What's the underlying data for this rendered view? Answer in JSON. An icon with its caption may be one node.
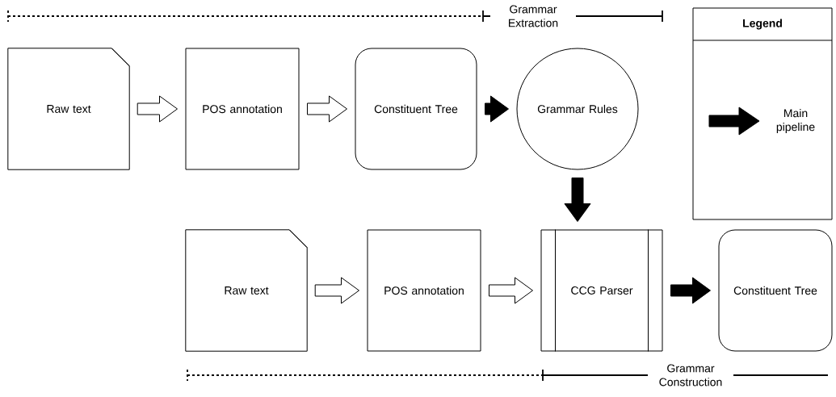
{
  "diagram": {
    "nodes": [
      {
        "text": [
          "Raw text"
        ]
      },
      {
        "text": [
          "POS annotation"
        ]
      },
      {
        "text": [
          "Constituent Tree"
        ]
      },
      {
        "text": [
          "Grammar Rules"
        ]
      },
      {
        "text": [
          "Raw text"
        ]
      },
      {
        "text": [
          "POS annotation"
        ]
      },
      {
        "text": [
          "CCG Parser"
        ]
      },
      {
        "text": [
          "Constituent Tree"
        ]
      }
    ],
    "edges": [
      {
        "from": 0,
        "to": 1,
        "arrow": "to"
      },
      {
        "from": 1,
        "to": 2,
        "arrow": "to"
      },
      {
        "from": 2,
        "to": 3,
        "arrow": "to",
        "style": "thick"
      },
      {
        "from": 3,
        "to": 6,
        "arrow": "to",
        "style": "thick"
      },
      {
        "from": 4,
        "to": 5,
        "arrow": "to"
      },
      {
        "from": 5,
        "to": 6,
        "arrow": "to"
      },
      {
        "from": 6,
        "to": 7,
        "arrow": "to",
        "style": "thick"
      }
    ],
    "labels": [
      "Grammar Extraction",
      "Legend",
      "Grammar Construction"
    ],
    "legend": [
      {
        "text": "Main pipeline"
      }
    ]
  }
}
